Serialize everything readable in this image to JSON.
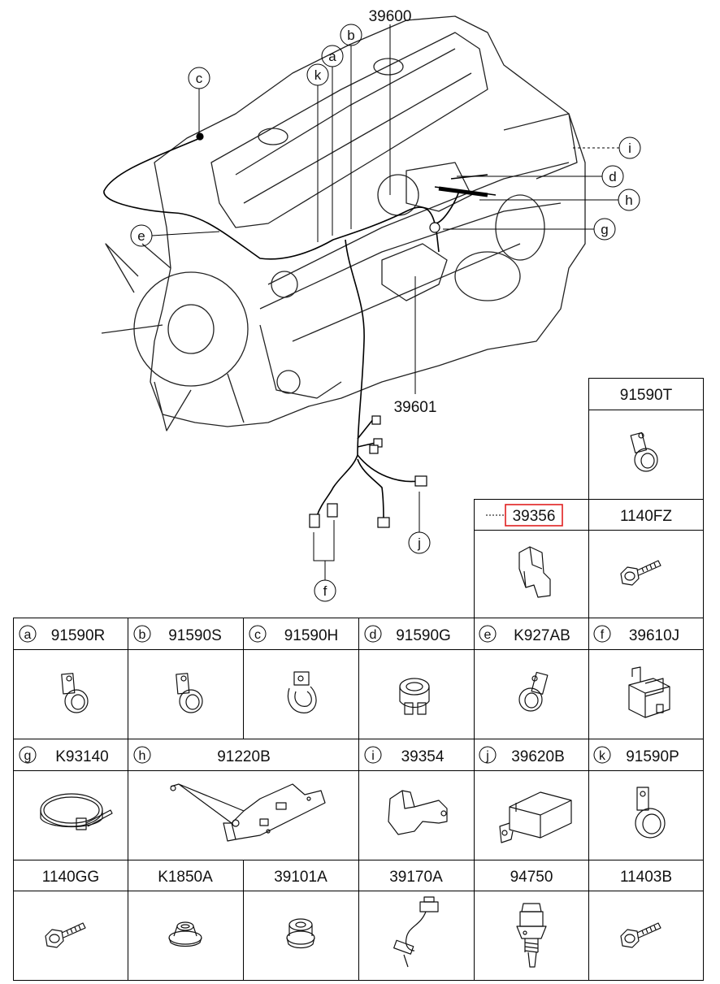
{
  "diagram": {
    "main_labels": {
      "top_part": "39600",
      "middle_part": "39601"
    },
    "callouts": {
      "a": "a",
      "b": "b",
      "c": "c",
      "d": "d",
      "e": "e",
      "f": "f",
      "g": "g",
      "h": "h",
      "i": "i",
      "j": "j",
      "k": "k"
    }
  },
  "parts_table": {
    "top_right": [
      {
        "code": "91590T",
        "icon": "p-clip-icon"
      },
      {
        "code": "39356",
        "icon": "spring-clip-icon",
        "highlighted": true
      },
      {
        "code": "1140FZ",
        "icon": "bolt-icon"
      }
    ],
    "row1": [
      {
        "letter": "a",
        "code": "91590R",
        "icon": "p-clip-icon"
      },
      {
        "letter": "b",
        "code": "91590S",
        "icon": "p-clip-icon"
      },
      {
        "letter": "c",
        "code": "91590H",
        "icon": "wire-clip-icon"
      },
      {
        "letter": "d",
        "code": "91590G",
        "icon": "band-clip-icon"
      },
      {
        "letter": "e",
        "code": "K927AB",
        "icon": "p-clip-icon"
      },
      {
        "letter": "f",
        "code": "39610J",
        "icon": "relay-icon"
      }
    ],
    "row2": [
      {
        "letter": "g",
        "code": "K93140",
        "icon": "cable-tie-icon"
      },
      {
        "letter": "h",
        "code": "91220B",
        "icon": "bracket-icon"
      },
      {
        "letter": "i",
        "code": "39354",
        "icon": "spring-clip-icon"
      },
      {
        "letter": "j",
        "code": "39620B",
        "icon": "connector-icon"
      },
      {
        "letter": "k",
        "code": "91590P",
        "icon": "p-clip-icon"
      }
    ],
    "row3": [
      {
        "code": "1140GG",
        "icon": "bolt-icon"
      },
      {
        "code": "K1850A",
        "icon": "grommet-icon"
      },
      {
        "code": "39101A",
        "icon": "grommet-icon"
      },
      {
        "code": "39170A",
        "icon": "sensor-icon"
      },
      {
        "code": "94750",
        "icon": "pressure-switch-icon"
      },
      {
        "code": "11403B",
        "icon": "bolt-icon"
      }
    ]
  },
  "colors": {
    "line": "#111111",
    "highlight": "#e02020"
  }
}
